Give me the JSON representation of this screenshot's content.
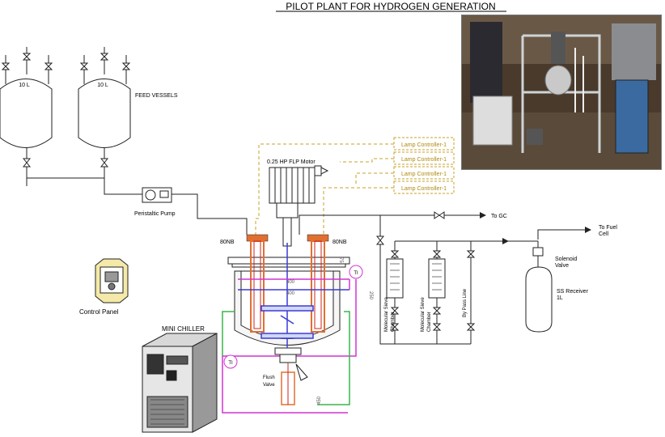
{
  "title": "PILOT PLANT FOR HYDROGEN GENERATION",
  "vessels": [
    {
      "label": "10 L"
    },
    {
      "label": "10 L"
    }
  ],
  "feed_vessels_label": "FEED VESSELS",
  "pump_label": "Peristaltic Pump",
  "motor_label": "0.25 HP FLP Motor",
  "lamp_controllers": [
    "Lamp Controller-1",
    "Lamp Controller-1",
    "Lamp Controller-1",
    "Lamp Controller-1"
  ],
  "nozzle_labels": [
    "80NB",
    "80NB"
  ],
  "to_gc_label": "To GC",
  "to_fuel_cell_label": "To Fuel\nCell",
  "solenoid_label": "Solenoid\nValve",
  "receiver_label": "SS Receiver\n1L",
  "sieve_labels": [
    "Molecular Sieve\nChamber",
    "Molecular Sieve\nChamber"
  ],
  "bypass_label": "By Pass Line",
  "dimensions": [
    "75",
    "400",
    "400",
    "250",
    "450"
  ],
  "ti_labels": [
    "TI",
    "TI"
  ],
  "flush_valve_label": "Flush\nValve",
  "control_panel_label": "Control Panel",
  "chiller_label": "MINI CHILLER",
  "colors": {
    "lamp": "#c9a227",
    "magenta": "#d234d2",
    "green": "#39b54a",
    "blue": "#3b3bd6",
    "orange": "#e07030",
    "red": "#d02020"
  }
}
